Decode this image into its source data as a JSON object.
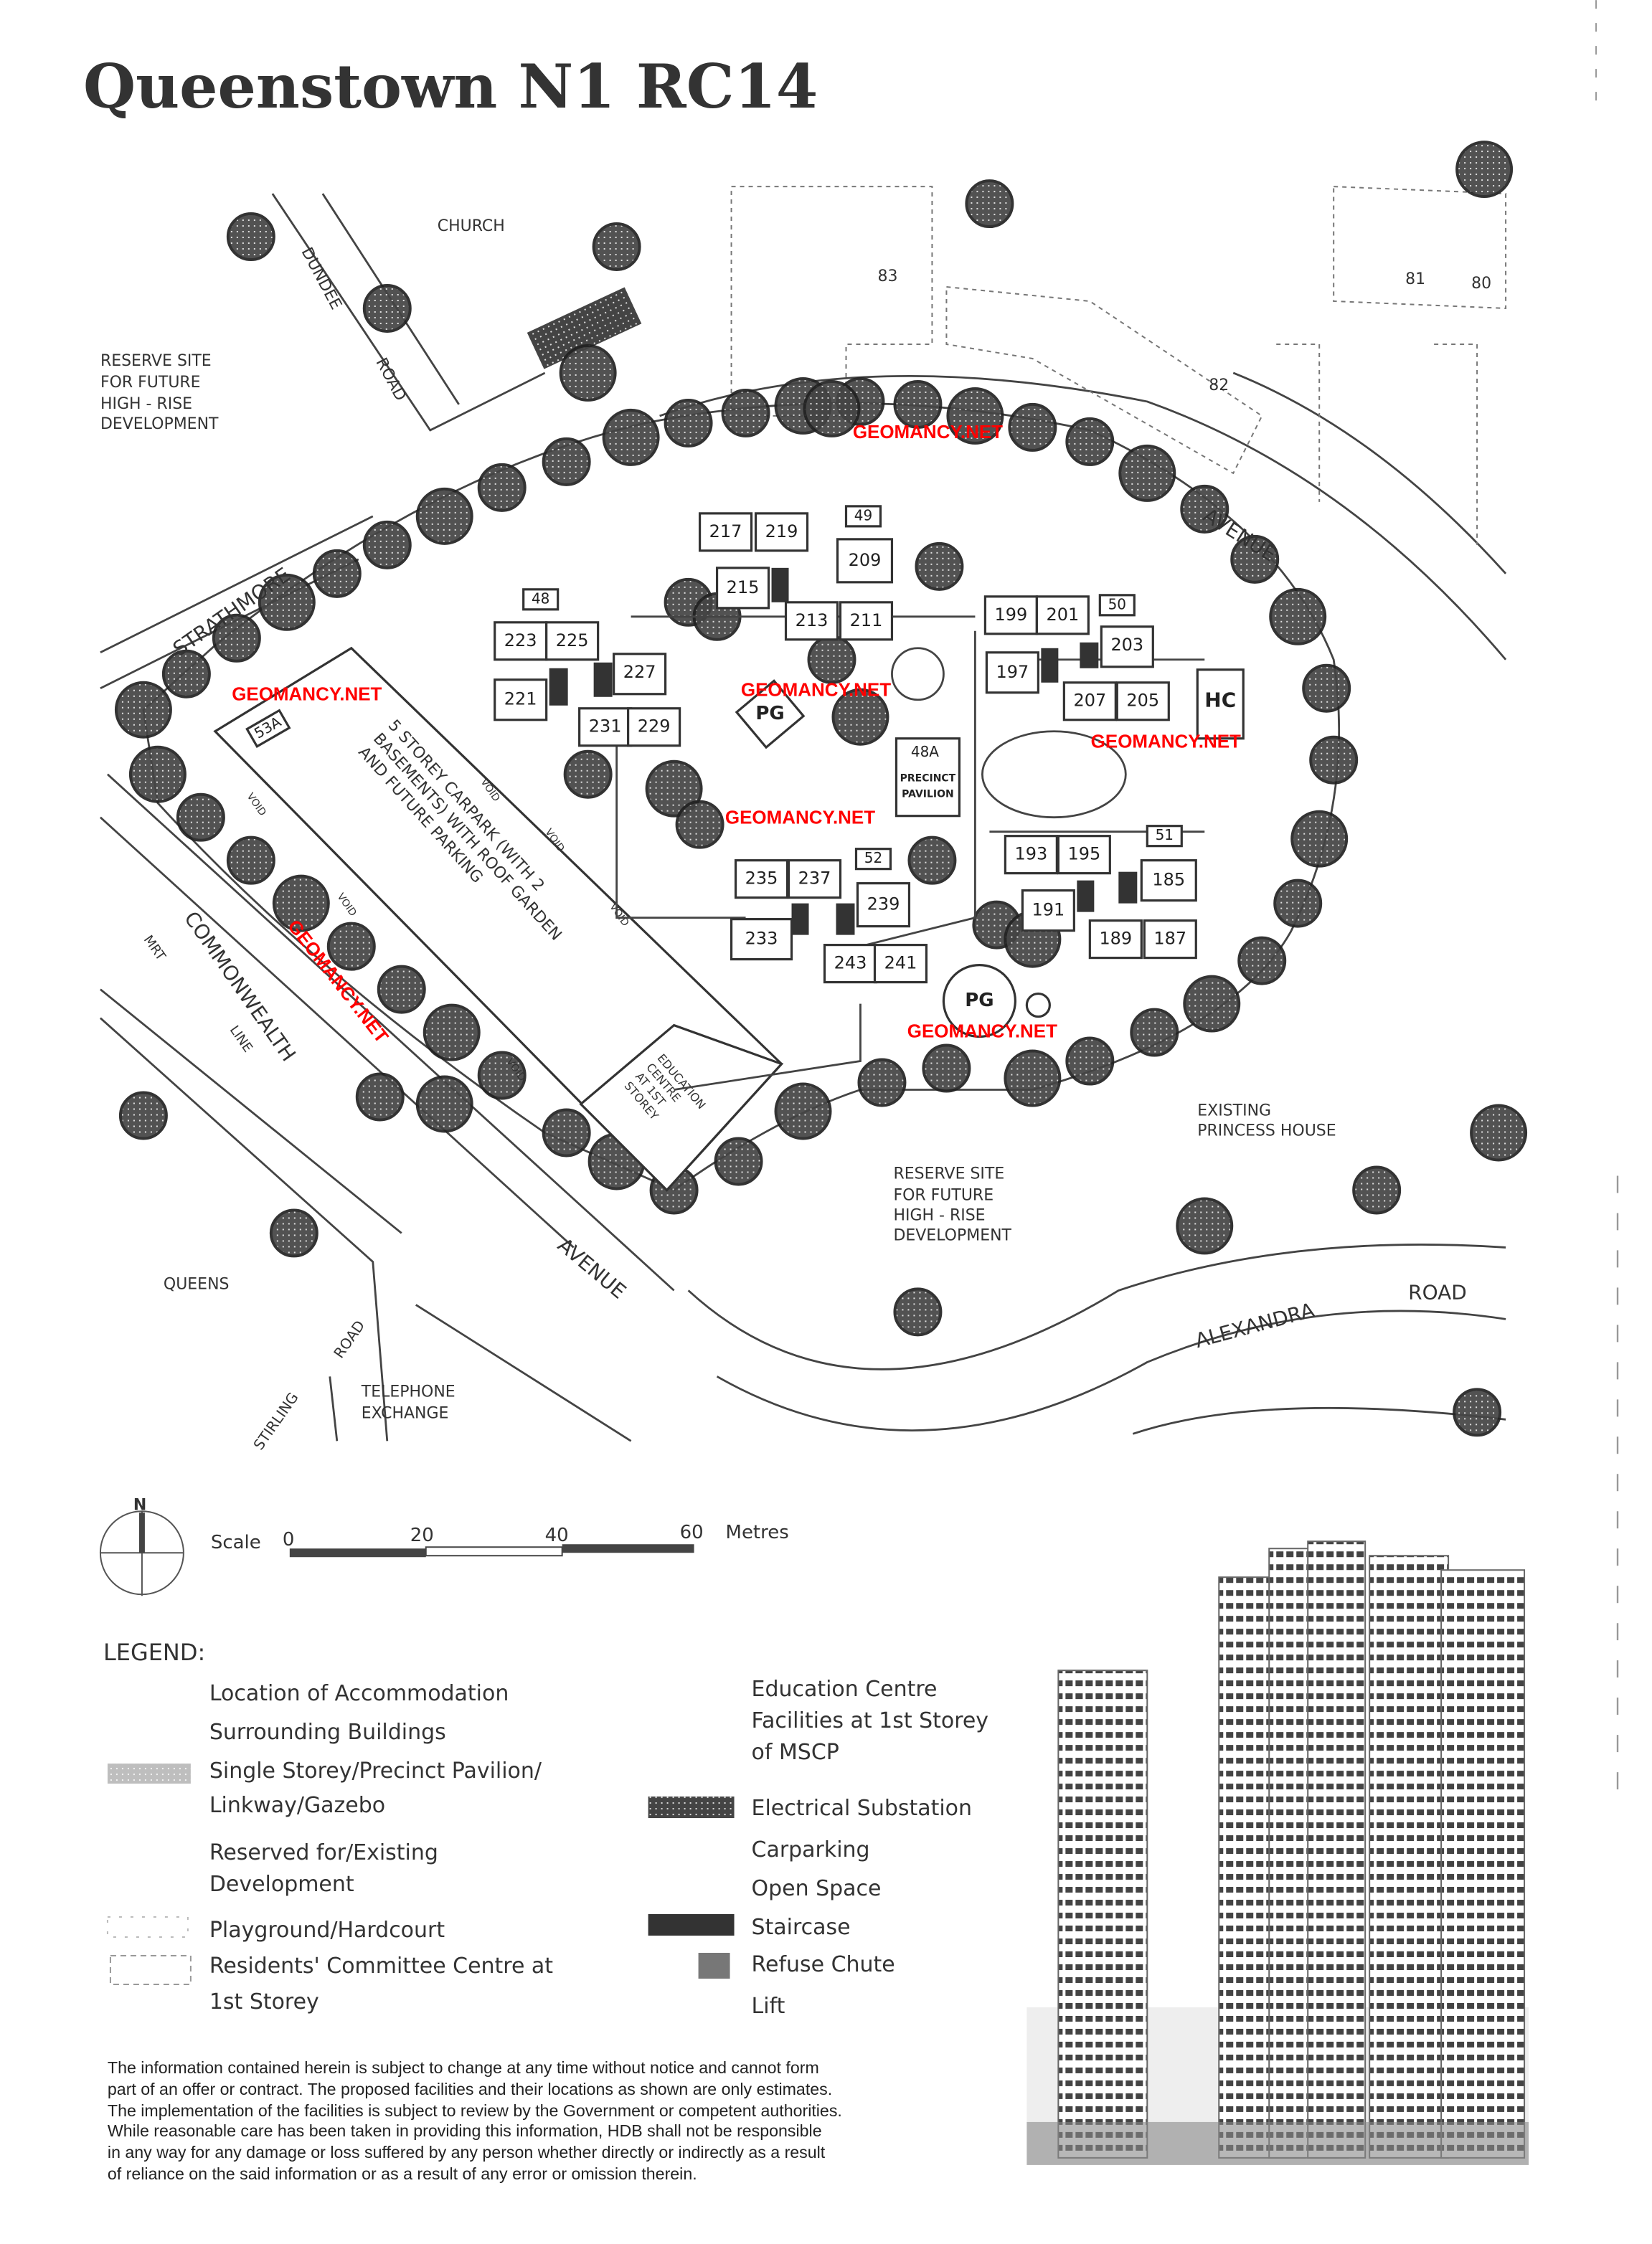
{
  "title": "Queenstown N1 RC14",
  "map": {
    "labels": {
      "church": "CHURCH",
      "dundee": "DUNDEE",
      "road_dundee": "ROAD",
      "reserve_nw": [
        "RESERVE SITE",
        "FOR FUTURE",
        "HIGH - RISE",
        "DEVELOPMENT"
      ],
      "strathmore": "STRATHMORE",
      "avenue_ne": "AVENUE",
      "commonwealth": "COMMONWEALTH",
      "mrt": "MRT",
      "line": "LINE",
      "avenue_sw": "AVENUE",
      "queens": "QUEENS",
      "stirling": "STIRLING",
      "road_stirling": "ROAD",
      "telephone_exchange": [
        "TELEPHONE",
        "EXCHANGE"
      ],
      "reserve_se": [
        "RESERVE SITE",
        "FOR FUTURE",
        "HIGH - RISE",
        "DEVELOPMENT"
      ],
      "princess_house": [
        "EXISTING",
        "PRINCESS HOUSE"
      ],
      "alexandra": "ALEXANDRA",
      "road_alexandra": "ROAD",
      "carpark": [
        "5 STOREY CARPARK (WITH 2",
        "BASEMENTS) WITH ROOF GARDEN",
        "AND FUTURE PARKING"
      ],
      "education_centre": [
        "EDUCATION",
        "CENTRE",
        "AT 1ST",
        "STOREY"
      ],
      "precinct_pavilion": [
        "PRECINCT",
        "PAVILION"
      ],
      "hc": "HC",
      "pg": "PG",
      "void": "VOID"
    },
    "blocks": [
      "217",
      "219",
      "209",
      "215",
      "213",
      "211",
      "223",
      "225",
      "227",
      "221",
      "231",
      "229",
      "199",
      "201",
      "203",
      "197",
      "207",
      "205",
      "235",
      "237",
      "239",
      "233",
      "243",
      "241",
      "193",
      "195",
      "185",
      "191",
      "189",
      "187"
    ],
    "facility_numbers": [
      "49",
      "48",
      "50",
      "48A",
      "53A",
      "52",
      "51"
    ],
    "surrounding_numbers": [
      "83",
      "82",
      "81",
      "80"
    ],
    "watermark": "GEOMANCY.NET"
  },
  "scale": {
    "north": "N",
    "label": "Scale",
    "ticks": [
      "0",
      "20",
      "40",
      "60"
    ],
    "unit": "Metres"
  },
  "legend": {
    "heading": "LEGEND:",
    "left": [
      "Location of Accommodation",
      "Surrounding Buildings",
      "Single Storey/Precinct Pavilion/",
      "Linkway/Gazebo",
      "Reserved for/Existing",
      "Development",
      "Playground/Hardcourt",
      "Residents' Committee Centre at",
      "1st Storey"
    ],
    "right": [
      "Education Centre",
      "Facilities at 1st Storey",
      "of MSCP",
      "Electrical Substation",
      "Carparking",
      "Open Space",
      "Staircase",
      "Refuse Chute",
      "Lift"
    ]
  },
  "disclaimer": [
    "The information contained herein is subject to change at any time without notice and cannot form",
    "part of an offer or contract. The proposed facilities and their locations as shown are only estimates.",
    "The implementation of the facilities is subject to review by the Government or competent authorities.",
    "While reasonable care has been taken in providing this information, HDB shall not be responsible",
    "in any way for any damage or loss suffered by any person whether directly or indirectly as a result",
    "of reliance on the said information or as a result of any error or omission therein."
  ],
  "colors": {
    "ink": "#333333",
    "watermark": "#ff0000",
    "tree": "#555555"
  }
}
